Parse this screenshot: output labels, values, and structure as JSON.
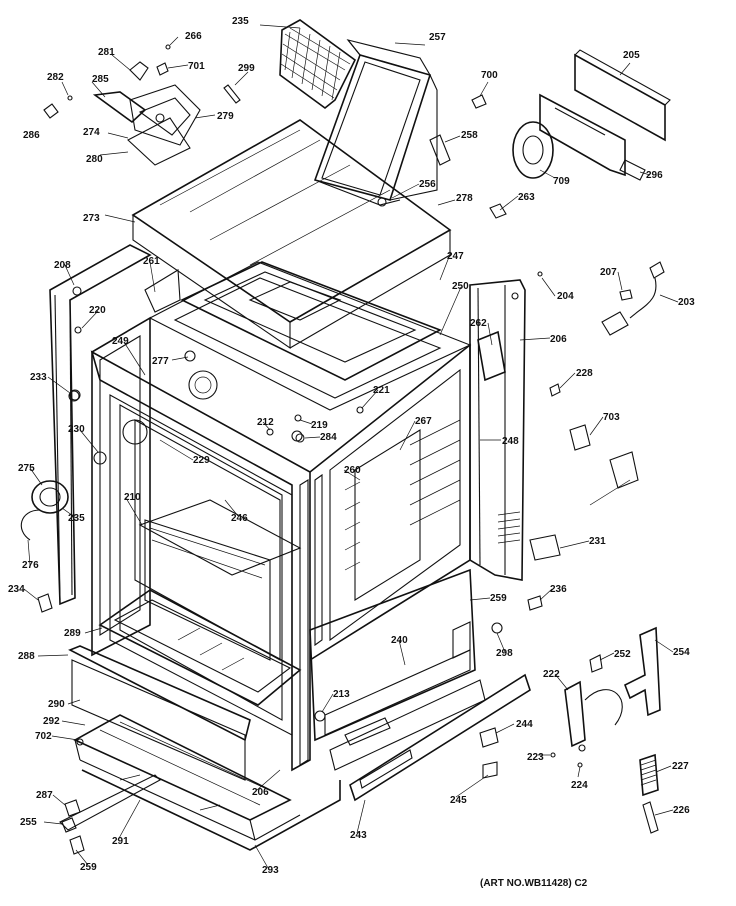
{
  "labels": [
    "281",
    "266",
    "235",
    "257",
    "282",
    "701",
    "299",
    "285",
    "279",
    "286",
    "274",
    "280",
    "273",
    "278",
    "700",
    "258",
    "205",
    "709",
    "296",
    "256",
    "263",
    "208",
    "261",
    "220",
    "249",
    "277",
    "247",
    "250",
    "204",
    "207",
    "203",
    "233",
    "262",
    "206",
    "228",
    "212",
    "221",
    "219",
    "284",
    "267",
    "703",
    "248",
    "230",
    "229",
    "275",
    "210",
    "260",
    "246",
    "235",
    "276",
    "231",
    "234",
    "259",
    "236",
    "289",
    "298",
    "288",
    "240",
    "290",
    "292",
    "702",
    "222",
    "252",
    "254",
    "213",
    "244",
    "223",
    "224",
    "227",
    "206",
    "287",
    "245",
    "255",
    "291",
    "293",
    "243",
    "226",
    "259"
  ],
  "art_number": "(ART NO.WB11428) C2",
  "colors": {
    "ink": "#111111",
    "paper": "#ffffff"
  }
}
